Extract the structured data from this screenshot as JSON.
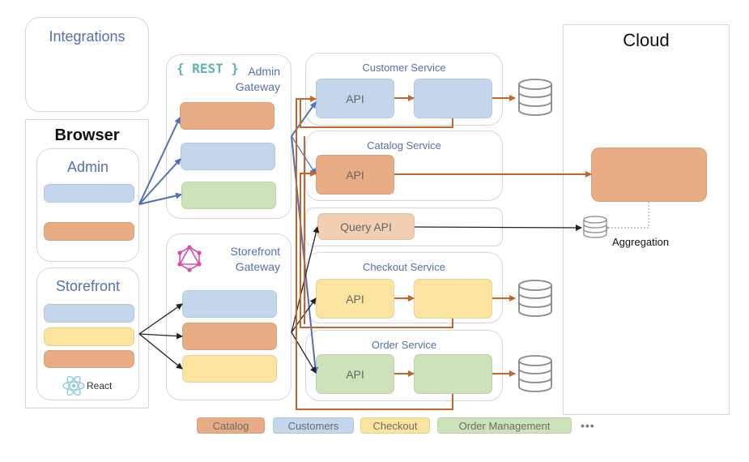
{
  "integrations": {
    "title": "Integrations"
  },
  "browser": {
    "title": "Browser",
    "admin": {
      "title": "Admin"
    },
    "storefront": {
      "title": "Storefront",
      "framework_label": "React",
      "framework_icon": "react-logo-icon"
    }
  },
  "admin_gateway": {
    "badge": "{ REST }",
    "title_line1": "Admin",
    "title_line2": "Gateway"
  },
  "storefront_gateway": {
    "icon": "graphql-logo-icon",
    "title_line1": "Storefront",
    "title_line2": "Gateway"
  },
  "services": {
    "customer": {
      "title": "Customer Service",
      "api_label": "API"
    },
    "catalog": {
      "title": "Catalog Service",
      "api_label": "API"
    },
    "query": {
      "api_label": "Query API"
    },
    "checkout": {
      "title": "Checkout Service",
      "api_label": "API"
    },
    "order": {
      "title": "Order Service",
      "api_label": "API"
    }
  },
  "cloud": {
    "title": "Cloud",
    "aggregation_label": "Aggregation"
  },
  "legend": {
    "items": [
      {
        "label": "Catalog",
        "color": "#e8ad84"
      },
      {
        "label": "Customers",
        "color": "#c3d6ec"
      },
      {
        "label": "Checkout",
        "color": "#fbe4a0"
      },
      {
        "label": "Order Management",
        "color": "#cde2bb"
      }
    ],
    "more": "•••"
  },
  "colors": {
    "catalog": "#e8ad84",
    "customers": "#c3d6ec",
    "checkout": "#fbe4a0",
    "order": "#cde2bb",
    "event_line": "#c0672e",
    "rest_line": "#4f6fb8",
    "graphql_line": "#333333",
    "title_blue": "#5470ad"
  }
}
